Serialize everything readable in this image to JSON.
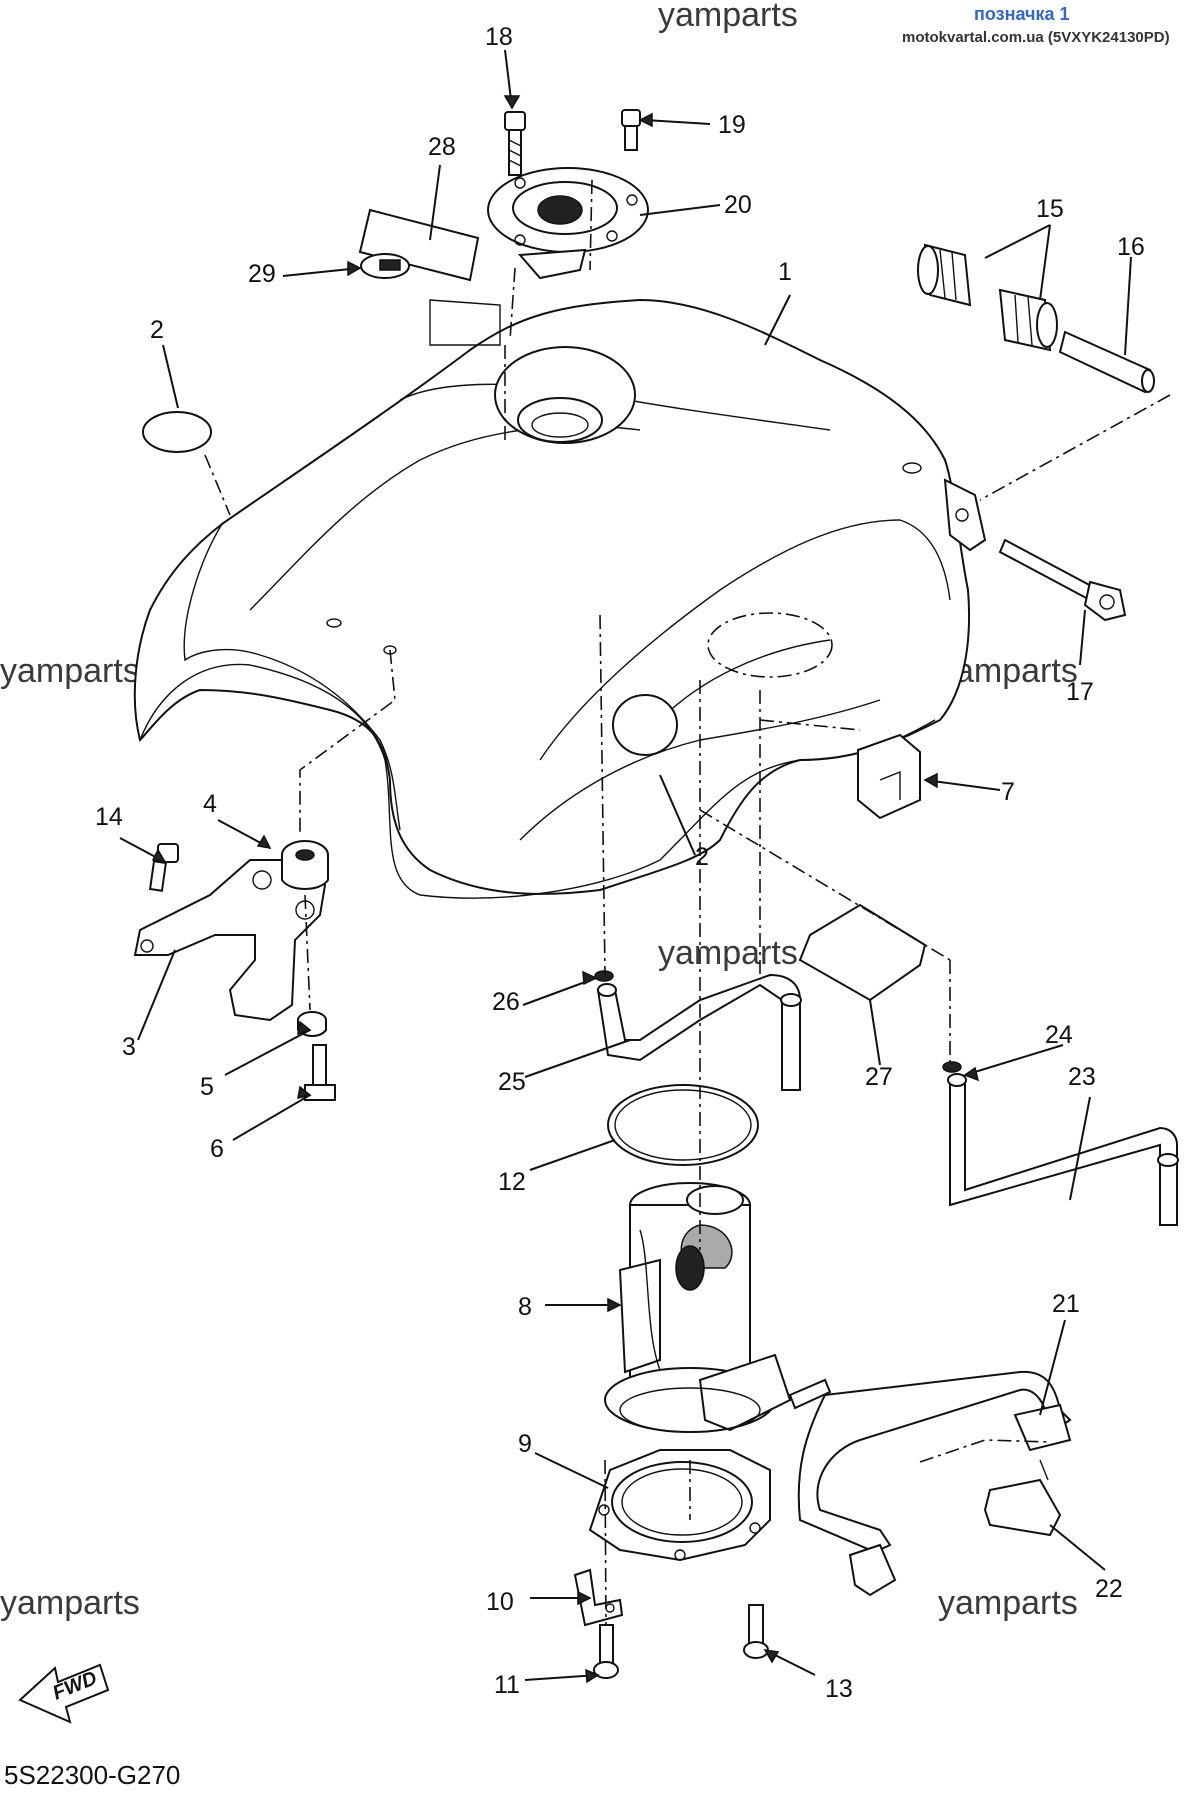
{
  "header": {
    "link_text": "позначка 1",
    "source_text": "motokvartal.com.ua (5VXYK24130PD)"
  },
  "watermark": "yamparts",
  "diagram_code": "5S22300-G270",
  "fwd_label": "FWD",
  "callouts": [
    "1",
    "2",
    "2",
    "3",
    "4",
    "5",
    "6",
    "7",
    "8",
    "9",
    "10",
    "11",
    "12",
    "13",
    "14",
    "15",
    "16",
    "17",
    "18",
    "19",
    "20",
    "21",
    "22",
    "23",
    "24",
    "25",
    "26",
    "27",
    "28",
    "29"
  ]
}
